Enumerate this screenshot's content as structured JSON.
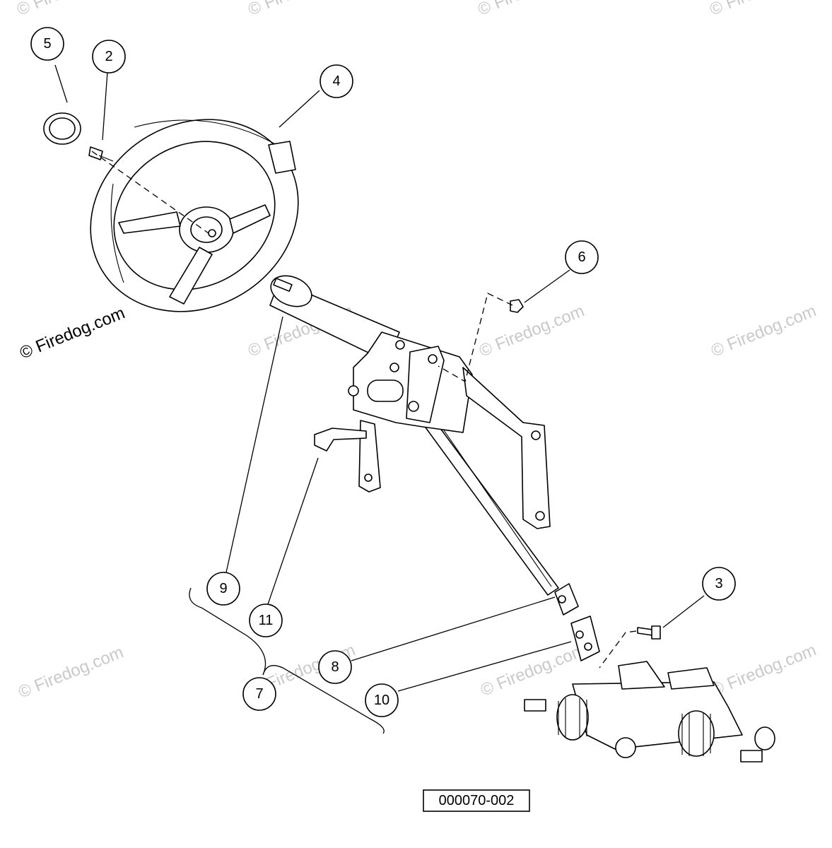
{
  "watermark": {
    "text": "© Firedog.com",
    "color_light": "#c9c9c9",
    "color_dark": "#000000"
  },
  "drawing_id": "000070-002",
  "callouts": [
    {
      "key": "c5",
      "label": "5"
    },
    {
      "key": "c2",
      "label": "2"
    },
    {
      "key": "c4",
      "label": "4"
    },
    {
      "key": "c6",
      "label": "6"
    },
    {
      "key": "c3",
      "label": "3"
    },
    {
      "key": "c9",
      "label": "9"
    },
    {
      "key": "c11",
      "label": "11"
    },
    {
      "key": "c8",
      "label": "8"
    },
    {
      "key": "c7",
      "label": "7"
    },
    {
      "key": "c10",
      "label": "10"
    }
  ],
  "parts": [
    {
      "callout": "5",
      "name": "horn-cap-plate"
    },
    {
      "callout": "2",
      "name": "steering-wheel-bolt"
    },
    {
      "callout": "4",
      "name": "steering-wheel"
    },
    {
      "callout": "6",
      "name": "nut"
    },
    {
      "callout": "3",
      "name": "bolt"
    },
    {
      "callout": "9",
      "name": "steering-column-tube"
    },
    {
      "callout": "11",
      "name": "brake-pedal-bracket"
    },
    {
      "callout": "8",
      "name": "upper-universal-joint"
    },
    {
      "callout": "7",
      "name": "steering-column-assembly-group"
    },
    {
      "callout": "10",
      "name": "lower-universal-joint"
    }
  ]
}
